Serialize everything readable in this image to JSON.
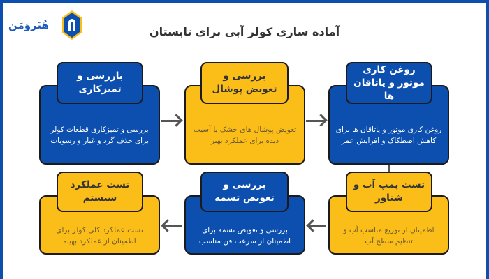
{
  "header": {
    "title": "آماده سازی کولر آبی برای تابستان",
    "logo_text": "هُنَروَمَن"
  },
  "colors": {
    "blue": "#0d4fae",
    "yellow": "#fbbd17"
  },
  "steps": [
    {
      "title": "بازرسی و تمیزکاری",
      "desc": "بررسی و تمیزکاری قطعات کولر برای حذف گرد و غبار و رسوبات"
    },
    {
      "title": "بررسی و تعویض پوشال",
      "desc": "تعویض پوشال های خشک یا آسیب دیده برای عملکرد بهتر"
    },
    {
      "title": "روغن کاری موتور و یاتاقان ها",
      "desc": "روغن کاری موتور و یاتاقان ها برای کاهش اصطکاک و افزایش عمر"
    },
    {
      "title": "تست پمپ آب و شناور",
      "desc": "اطمینان از توزیع مناسب آب و تنظیم سطح آب"
    },
    {
      "title": "بررسی و تعویض تسمه",
      "desc": "بررسی و تعویض تسمه برای اطمینان از سرعت فن مناسب"
    },
    {
      "title": "تست عملکرد سیستم",
      "desc": "تست عملکرد کلی کولر برای اطمینان از عملکرد بهینه"
    }
  ]
}
